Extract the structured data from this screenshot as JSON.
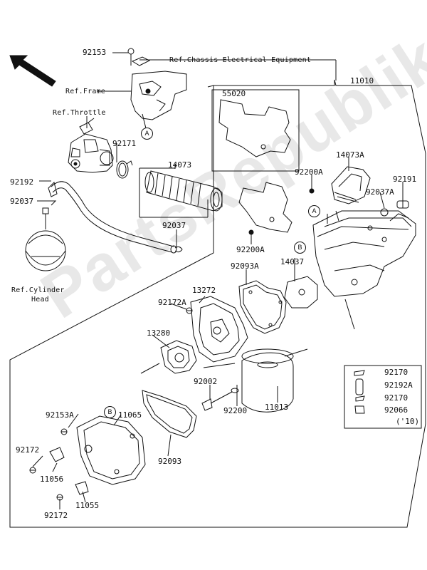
{
  "watermark": "PartsRepublik",
  "refs": {
    "chassis": "Ref.Chassis Electrical Equipment",
    "frame": "Ref.Frame",
    "throttle": "Ref.Throttle",
    "cylinder_head_1": "Ref.Cylinder",
    "cylinder_head_2": "Head"
  },
  "callouts": {
    "a": "A",
    "b": "B"
  },
  "parts": {
    "p92153": "92153",
    "p11010": "11010",
    "p55020": "55020",
    "p92171": "92171",
    "p14073": "14073",
    "p14073a": "14073A",
    "p92200a_top": "92200A",
    "p92191": "92191",
    "p92037a": "92037A",
    "p92192": "92192",
    "p92037_left": "92037",
    "p92037_mid": "92037",
    "p92200a_mid": "92200A",
    "p92093a": "92093A",
    "p14037": "14037",
    "p92172a": "92172A",
    "p13272": "13272",
    "p13280": "13280",
    "p92002": "92002",
    "p92200": "92200",
    "p11013": "11013",
    "p92153a": "92153A",
    "p11065": "11065",
    "p92172_left": "92172",
    "p11056": "11056",
    "p92093": "92093",
    "p11055": "11055",
    "p92172_bottom": "92172"
  },
  "inset": {
    "items": [
      "92170",
      "92192A",
      "92170",
      "92066"
    ],
    "year": "('10)"
  }
}
